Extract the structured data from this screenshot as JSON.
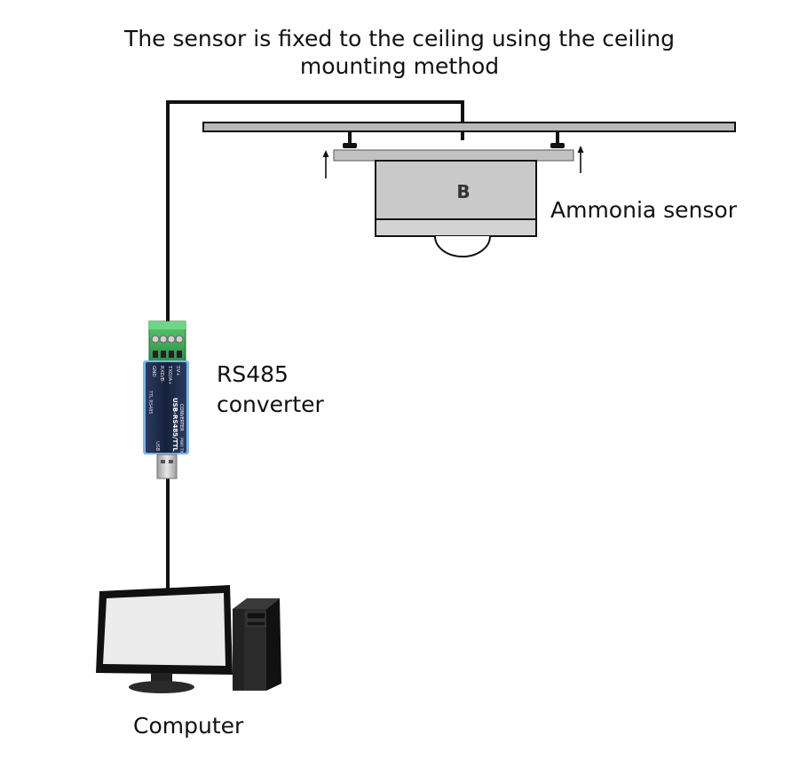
{
  "title": {
    "line1": "The sensor is fixed to the ceiling using the ceiling",
    "line2": "mounting method"
  },
  "labels": {
    "ammonia_sensor": "Ammonia sensor",
    "rs485_line1": "RS485",
    "rs485_line2": "converter",
    "computer": "Computer"
  },
  "sensor": {
    "face_letter": "B"
  },
  "converter": {
    "pins": [
      "GND",
      "RXD/B-",
      "TXD/A+",
      "5V+"
    ],
    "body_lines": [
      "USB-RS485/TTL",
      "CONVERTER"
    ],
    "side_label": "TTL RS485",
    "bottom_label": "USB",
    "led_label": "PWR TX"
  },
  "colors": {
    "cable": "#111111",
    "ceiling_rail": "#b9b9b9",
    "sensor_body": "#c9c9c9",
    "terminal_block": "#3fae5a",
    "converter_body": "#1d2b4a",
    "converter_edge": "#7fb6e6",
    "monitor_screen": "#ececec",
    "pc_case": "#222222"
  },
  "icons": [
    "ceiling-rail-icon",
    "mounting-bracket-icon",
    "ammonia-sensor-icon",
    "rs485-converter-icon",
    "usb-plug-icon",
    "monitor-icon",
    "pc-tower-icon"
  ]
}
